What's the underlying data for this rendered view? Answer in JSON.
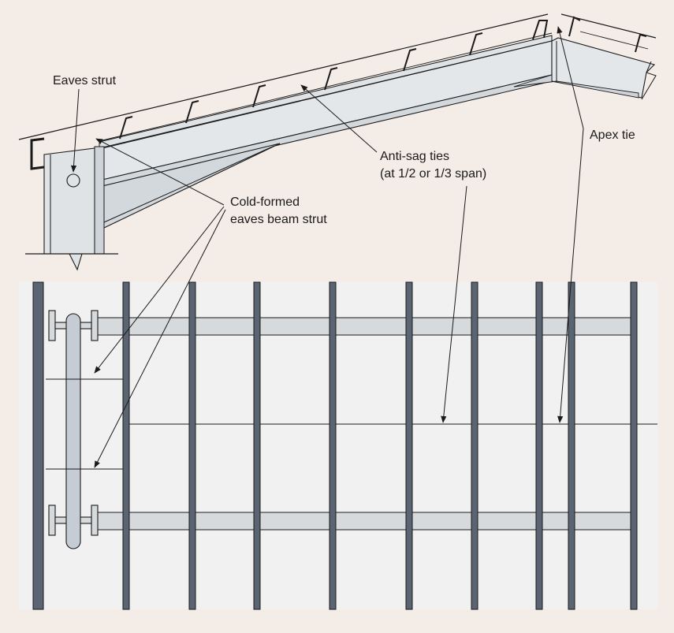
{
  "labels": {
    "eaves_strut": "Eaves strut",
    "anti_sag_line1": "Anti-sag ties",
    "anti_sag_line2": "(at 1/2 or 1/3 span)",
    "apex_tie": "Apex tie",
    "cold_formed_line1": "Cold-formed",
    "cold_formed_line2": "eaves beam strut"
  },
  "colors": {
    "background": "#f3ece7",
    "plan_panel": "#f1f1f1",
    "steel_fill": "#dfe3e6",
    "steel_face": "#cdd3d8",
    "purlin_fill": "#5a6472",
    "beam_fill": "#d7dadc",
    "column_fill": "#c6ccd3",
    "line": "#1a1a1a"
  }
}
